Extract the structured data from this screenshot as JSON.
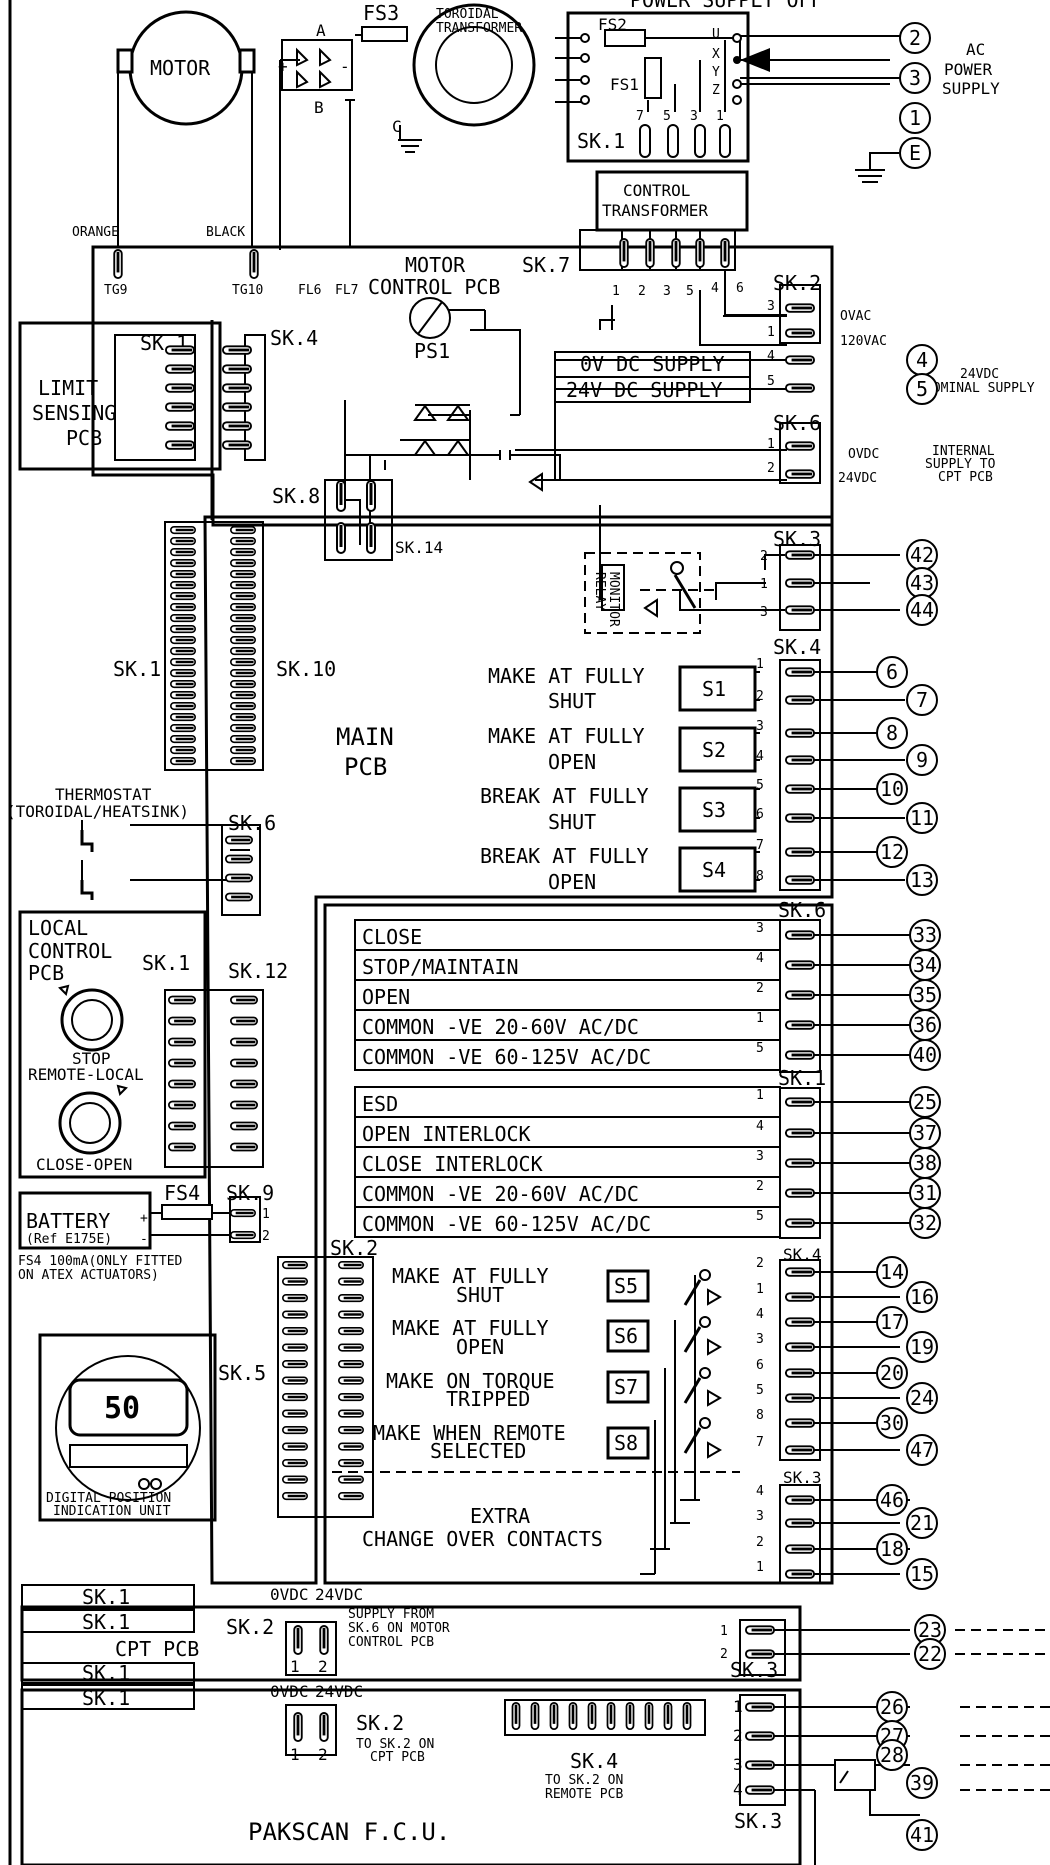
{
  "title_top": "POWER SUPPLY OFF",
  "top": {
    "motor": "MOTOR",
    "fs3": "FS3",
    "toroidal": "TOROIDAL TRANSFORMER",
    "fs2": "FS2",
    "fs1": "FS1",
    "sk1": "SK.1",
    "a": "A",
    "b": "B",
    "c": "C",
    "uxyz": [
      "U",
      "X",
      "Y",
      "Z"
    ],
    "sk1_pins": [
      "7",
      "5",
      "3",
      "1"
    ],
    "control_tf": [
      "CONTROL",
      "TRANSFORMER"
    ],
    "ac_supply": [
      "AC",
      "POWER",
      "SUPPLY"
    ],
    "ac_nodes": [
      "2",
      "3",
      "1",
      "E"
    ]
  },
  "motor_pcb": {
    "orange": "ORANGE",
    "black": "BLACK",
    "tg9": "TG9",
    "tg10": "TG10",
    "fl6": "FL6",
    "fl7": "FL7",
    "title": "MOTOR CONTROL PCB",
    "sk7": "SK.7",
    "sk7_pins": [
      "1",
      "2",
      "3",
      "5",
      "4",
      "6"
    ],
    "sk2": "SK.2",
    "sk2_pins": [
      "3",
      "1",
      "4",
      "5"
    ],
    "ovac": "OVAC",
    "v120": "120VAC",
    "ov_dc": "0V DC SUPPLY",
    "v24_dc": "24V DC SUPPLY",
    "nominal": [
      "24VDC",
      "NOMINAL SUPPLY"
    ],
    "nodes": [
      "4",
      "5"
    ],
    "ps1": "PS1",
    "sk6": "SK.6",
    "sk6_pins": [
      "1",
      "2"
    ],
    "ovdc": "OVDC",
    "v24": "24VDC",
    "internal": [
      "INTERNAL",
      "SUPPLY TO",
      "CPT PCB"
    ],
    "sk8": "SK.8",
    "sk14": "SK.14"
  },
  "limit": {
    "sk1": "SK.1",
    "sk4": "SK.4",
    "label": [
      "LIMIT",
      "SENSING",
      "PCB"
    ]
  },
  "main_pcb": {
    "label": [
      "MAIN",
      "PCB"
    ],
    "sk1": "SK.1",
    "sk10": "SK.10",
    "sk3": "SK.3",
    "relay": [
      "MONITOR",
      "RELAY"
    ],
    "sk3_pins": [
      "2",
      "1",
      "3"
    ],
    "sk3_nodes": [
      "42",
      "43",
      "44"
    ],
    "sk4": "SK.4",
    "switches": [
      {
        "text": [
          "MAKE AT FULLY",
          "SHUT"
        ],
        "box": "S1",
        "pins": [
          "1",
          "2"
        ],
        "nodes": [
          "6",
          "7"
        ]
      },
      {
        "text": [
          "MAKE AT FULLY",
          "OPEN"
        ],
        "box": "S2",
        "pins": [
          "3",
          "4"
        ],
        "nodes": [
          "8",
          "9"
        ]
      },
      {
        "text": [
          "BREAK AT FULLY",
          "SHUT"
        ],
        "box": "S3",
        "pins": [
          "5",
          "6"
        ],
        "nodes": [
          "10",
          "11"
        ]
      },
      {
        "text": [
          "BREAK AT FULLY",
          "OPEN"
        ],
        "box": "S4",
        "pins": [
          "7",
          "8"
        ],
        "nodes": [
          "12",
          "13"
        ]
      }
    ],
    "thermostat": [
      "THERMOSTAT",
      "(TOROIDAL/HEATSINK)"
    ],
    "sk6": "SK.6"
  },
  "inputs": {
    "sk6": "SK.6",
    "rows1": [
      {
        "label": "CLOSE",
        "pin": "3",
        "node": "33"
      },
      {
        "label": "STOP/MAINTAIN",
        "pin": "4",
        "node": "34"
      },
      {
        "label": "OPEN",
        "pin": "2",
        "node": "35"
      },
      {
        "label": "COMMON -VE 20-60V AC/DC",
        "pin": "1",
        "node": "36"
      },
      {
        "label": "COMMON -VE 60-125V AC/DC",
        "pin": "5",
        "node": "40"
      }
    ],
    "sk1": "SK.1",
    "rows2": [
      {
        "label": "ESD",
        "pin": "1",
        "node": "25"
      },
      {
        "label": "OPEN INTERLOCK",
        "pin": "4",
        "node": "37"
      },
      {
        "label": "CLOSE INTERLOCK",
        "pin": "3",
        "node": "38"
      },
      {
        "label": "COMMON -VE 20-60V AC/DC",
        "pin": "2",
        "node": "31"
      },
      {
        "label": "COMMON -VE 60-125V AC/DC",
        "pin": "5",
        "node": "32"
      }
    ]
  },
  "local": {
    "label": [
      "LOCAL",
      "CONTROL",
      "PCB"
    ],
    "sk1": "SK.1",
    "sk12": "SK.12",
    "stop": [
      "STOP",
      "REMOTE-LOCAL"
    ],
    "close_open": "CLOSE-OPEN",
    "battery": "BATTERY",
    "ref": "(Ref E175E)",
    "fs4": "FS4",
    "sk9": "SK.9",
    "sk9_pins": [
      "1",
      "2"
    ],
    "plus": "+",
    "minus": "-",
    "fs4_note": [
      "FS4 100mA(ONLY FITTED",
      "ON ATEX ACTUATORS)"
    ]
  },
  "display": {
    "value": "50",
    "label": [
      "DIGITAL POSITION",
      "INDICATION UNIT"
    ],
    "sk5": "SK.5"
  },
  "relays": {
    "sk2": "SK.2",
    "sk4": "SK.4",
    "items": [
      {
        "text": [
          "MAKE AT FULLY",
          "SHUT"
        ],
        "box": "S5"
      },
      {
        "text": [
          "MAKE AT FULLY",
          "OPEN"
        ],
        "box": "S6"
      },
      {
        "text": [
          "MAKE ON TORQUE",
          "TRIPPED"
        ],
        "box": "S7"
      },
      {
        "text": [
          "MAKE WHEN REMOTE",
          "SELECTED"
        ],
        "box": "S8"
      }
    ],
    "sk4_pins": [
      "2",
      "1",
      "4",
      "3",
      "6",
      "5",
      "8",
      "7"
    ],
    "sk4_nodes": [
      "14",
      "16",
      "17",
      "19",
      "20",
      "24",
      "30",
      "47"
    ],
    "extra": [
      "EXTRA",
      "CHANGE OVER CONTACTS"
    ],
    "sk3": "SK.3",
    "sk3_pins": [
      "4",
      "3",
      "2",
      "1"
    ],
    "sk3_nodes": [
      "46",
      "21",
      "18",
      "15"
    ]
  },
  "cpt": {
    "sk1a": "SK.1",
    "sk1b": "SK.1",
    "label": "CPT PCB",
    "sk2": "SK.2",
    "ovdc": "0VDC",
    "v24": "24VDC",
    "pins": [
      "1",
      "2"
    ],
    "supply": [
      "SUPPLY FROM",
      "SK.6 ON MOTOR",
      "CONTROL PCB"
    ],
    "sk3": "SK.3",
    "sk3_pins": [
      "1",
      "2"
    ],
    "nodes": [
      "23",
      "22"
    ]
  },
  "fcu": {
    "sk1a": "SK.1",
    "sk1b": "SK.1",
    "sk2": "SK.2",
    "ovdc": "0VDC",
    "v24": "24VDC",
    "pins": [
      "1",
      "2"
    ],
    "to_sk2": [
      "TO SK.2 ON",
      "CPT PCB"
    ],
    "sk4": "SK.4",
    "to_remote": [
      "TO SK.2 ON",
      "REMOTE PCB"
    ],
    "label": "PAKSCAN F.C.U.",
    "sk3": "SK.3",
    "sk3_pins": [
      "1",
      "2",
      "3",
      "4"
    ],
    "nodes": [
      "26",
      "27",
      "28",
      "39",
      "41"
    ]
  }
}
